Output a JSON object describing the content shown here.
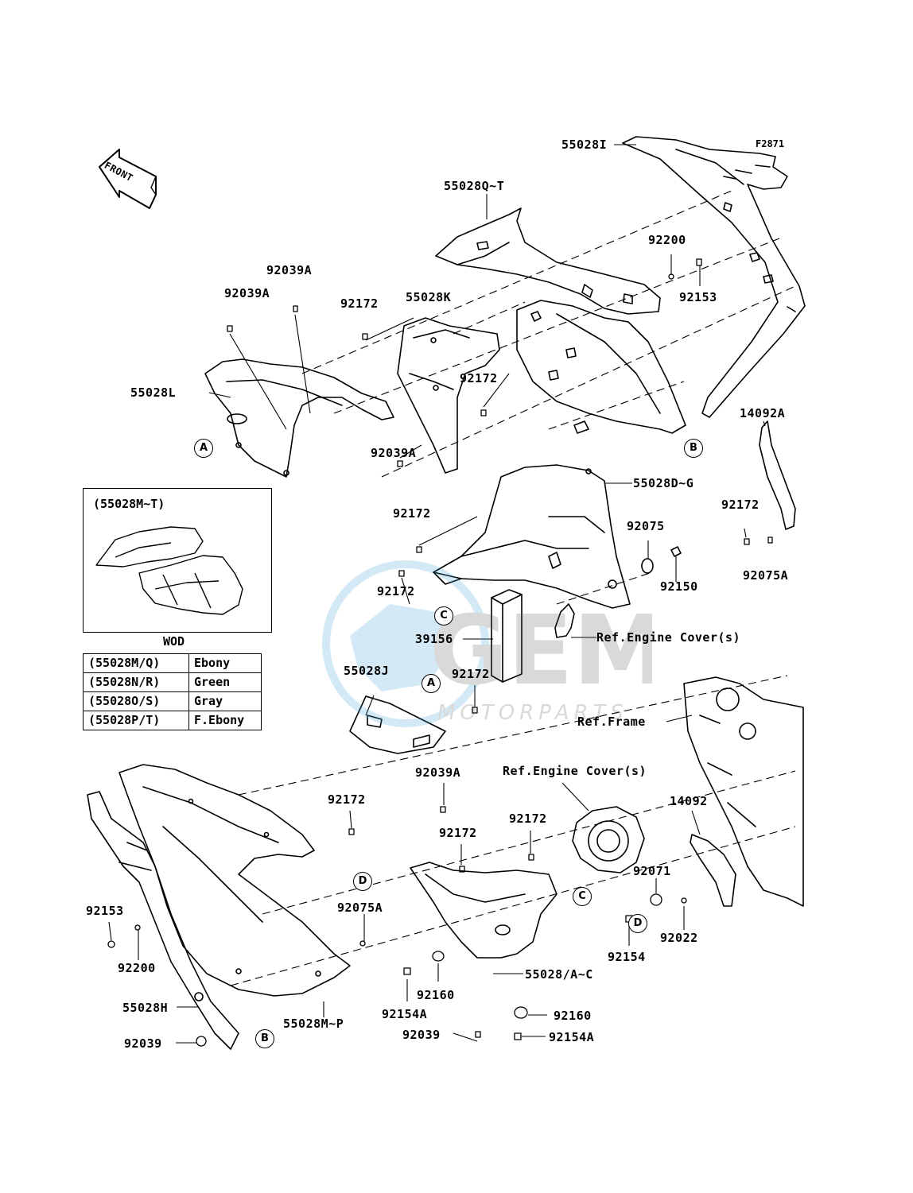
{
  "figure_id": "F2871",
  "front_label": "FRONT",
  "inset": {
    "title": "(55028M~T)",
    "caption": "WOD"
  },
  "color_table": [
    {
      "code": "(55028M/Q)",
      "color": "Ebony"
    },
    {
      "code": "(55028N/R)",
      "color": "Green"
    },
    {
      "code": "(55028O/S)",
      "color": "Gray"
    },
    {
      "code": "(55028P/T)",
      "color": "F.Ebony"
    }
  ],
  "watermark": {
    "brand": "GEM",
    "sub": "MOTORPARTS"
  },
  "labels": {
    "p55028I": "55028I",
    "p55028QT": "55028Q~T",
    "p92200a": "92200",
    "p92153a": "92153",
    "p92039A_1": "92039A",
    "p92039A_2": "92039A",
    "p92172_1": "92172",
    "p55028K": "55028K",
    "p55028L": "55028L",
    "p92172_2": "92172",
    "p14092A": "14092A",
    "p92039A_3": "92039A",
    "p55028DG": "55028D~G",
    "p92172_3": "92172",
    "p92172_4": "92172",
    "p92075": "92075",
    "p92150": "92150",
    "p92075A_1": "92075A",
    "p92172_5": "92172",
    "p39156": "39156",
    "refEngine1": "Ref.Engine Cover(s)",
    "p55028J": "55028J",
    "p92172_6": "92172",
    "refFrame": "Ref.Frame",
    "p92039A_4": "92039A",
    "refEngine2": "Ref.Engine Cover(s)",
    "p92172_7": "92172",
    "p14092": "14092",
    "p92172_8": "92172",
    "p92172_9": "92172",
    "p92071": "92071",
    "p92153b": "92153",
    "p92075A_2": "92075A",
    "p92022": "92022",
    "p92200b": "92200",
    "p92154": "92154",
    "p55028AC": "55028/A~C",
    "p55028H": "55028H",
    "p55028MP": "55028M~P",
    "p92154A_1": "92154A",
    "p92160_1": "92160",
    "p92160_2": "92160",
    "p92039": "92039",
    "p92039b": "92039",
    "p92154A_2": "92154A"
  },
  "callouts": {
    "A1": "A",
    "A2": "A",
    "B1": "B",
    "B2": "B",
    "C1": "C",
    "C2": "C",
    "D1": "D",
    "D2": "D"
  }
}
